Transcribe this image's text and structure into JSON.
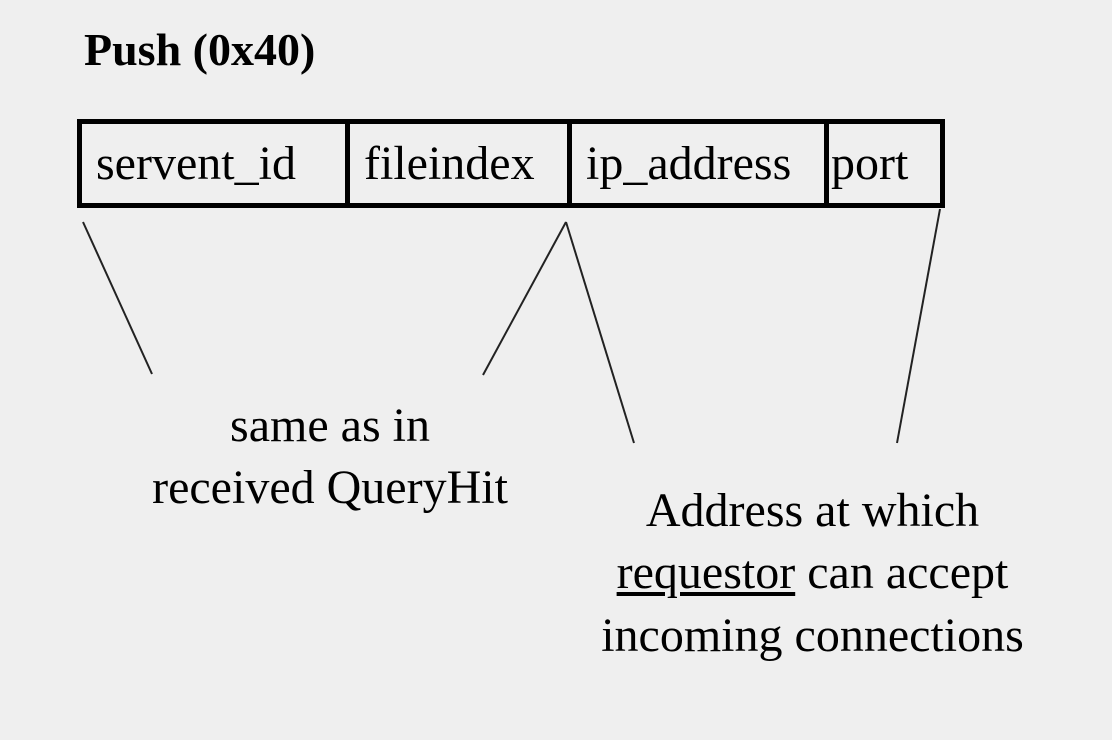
{
  "title": "Push (0x40)",
  "fields": [
    {
      "key": "servent_id",
      "label": "servent_id"
    },
    {
      "key": "fileindex",
      "label": "fileindex"
    },
    {
      "key": "ip_address",
      "label": "ip_address"
    },
    {
      "key": "port",
      "label": "port"
    }
  ],
  "annotations": {
    "same_as": {
      "line1": "same as in",
      "line2": "received QueryHit"
    },
    "address": {
      "line1": "Address at which",
      "line2_underlined": "requestor",
      "line2_rest": " can accept",
      "line3": "incoming connections"
    }
  }
}
